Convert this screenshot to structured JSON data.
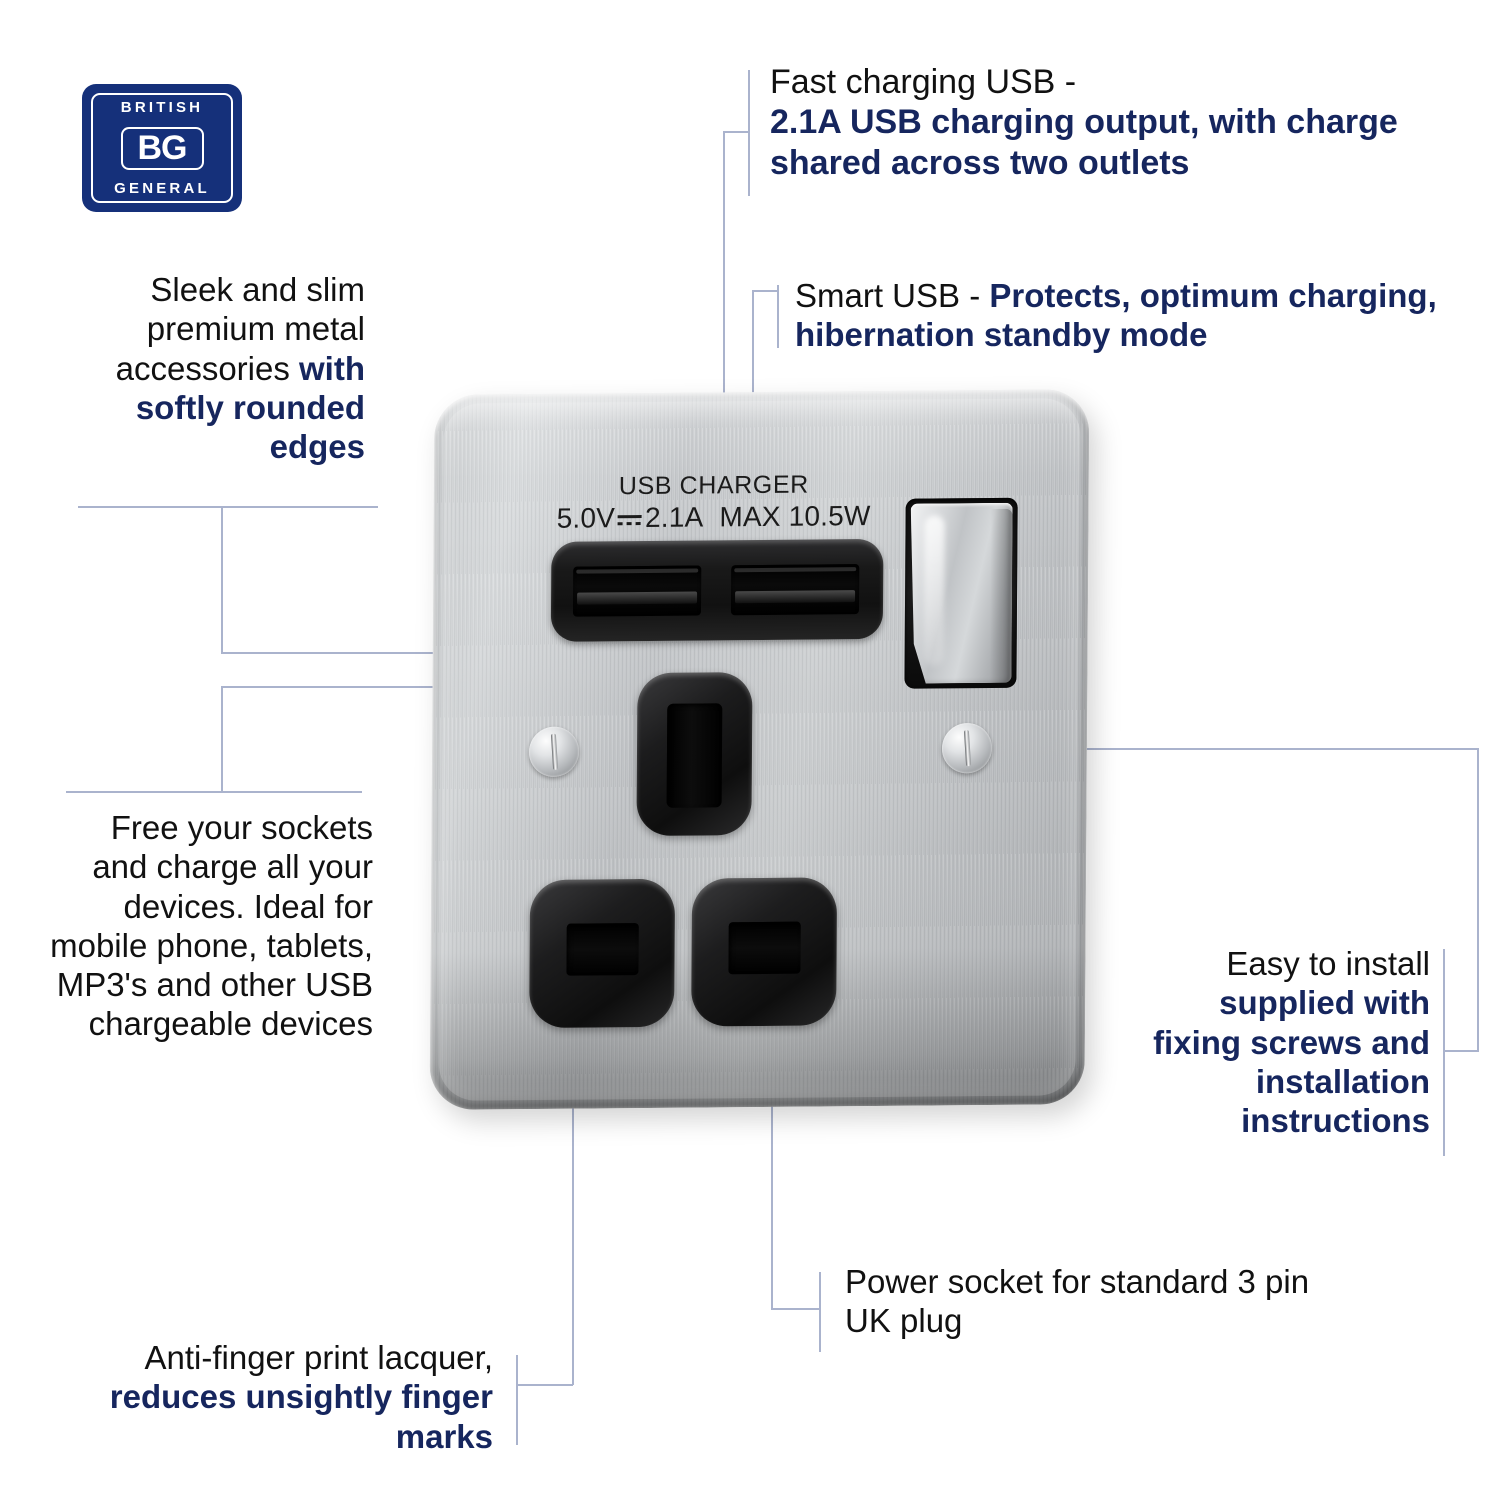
{
  "brand": {
    "logo_top": "BRITISH",
    "logo_center": "BG",
    "logo_bottom": "GENERAL",
    "logo_color": "#15307a"
  },
  "theme": {
    "accent_navy": "#16265e",
    "body_black": "#111111",
    "leader_line": "#aab3cd",
    "plate_metal": "#c6c9cc"
  },
  "callouts": {
    "fast_charging": {
      "normal": "Fast charging USB -",
      "bold": "2.1A USB charging output, with charge shared across two outlets"
    },
    "smart_usb": {
      "normal": "Smart USB - ",
      "bold": "Protects, optimum charging, hibernation standby mode"
    },
    "sleek": {
      "normal": "Sleek and slim premium metal accessories",
      "bold": "with softly rounded edges"
    },
    "free_sockets": {
      "normal": "Free your sockets and charge all your devices. Ideal for mobile phone, tablets, MP3's and other USB chargeable devices",
      "bold": ""
    },
    "anti_finger": {
      "normal": "Anti-finger print lacquer,",
      "bold": "reduces unsightly finger marks"
    },
    "easy_install": {
      "normal": "Easy to install",
      "bold": "supplied with fixing screws and installation instructions"
    },
    "power_socket": {
      "normal": "Power socket for standard 3 pin UK plug",
      "bold": ""
    }
  },
  "product": {
    "usb_label_line1": "USB CHARGER",
    "usb_label_volts": "5.0V",
    "usb_label_amps": "2.1A",
    "usb_label_watts": "MAX 10.5W",
    "dc_symbol": "dc-power-symbol"
  }
}
